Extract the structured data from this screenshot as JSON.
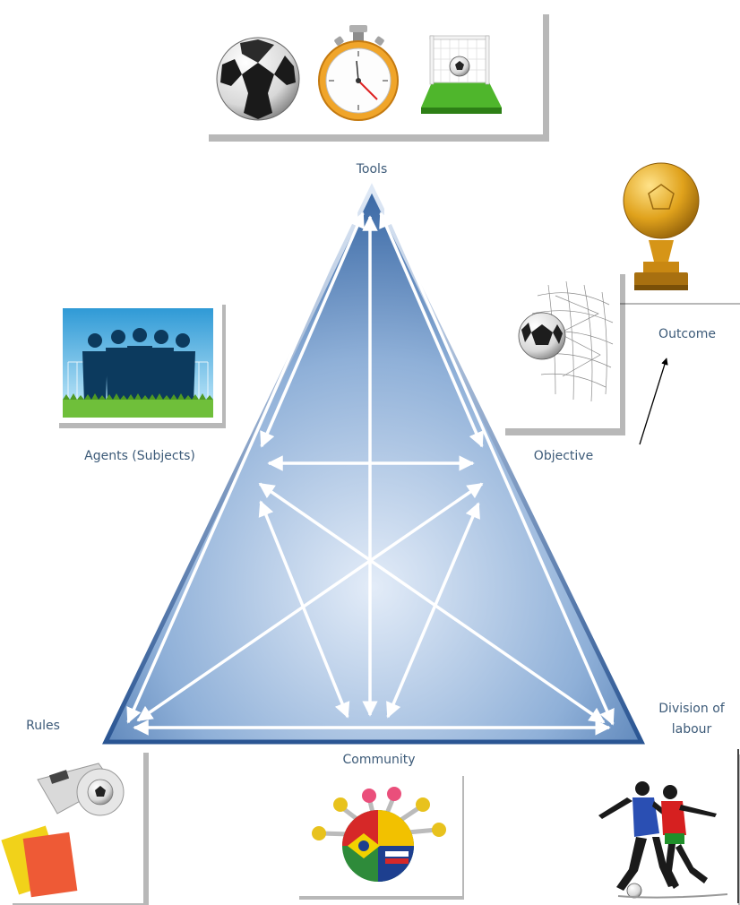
{
  "diagram": {
    "labels": {
      "tools": "Tools",
      "agents": "Agents (Subjects)",
      "objective": "Objective",
      "outcome": "Outcome",
      "rules": "Rules",
      "community": "Community",
      "division_line1": "Division of",
      "division_line2": "labour"
    },
    "colors": {
      "triangle_light": "#e3ecf8",
      "triangle_mid": "#8fb0d8",
      "triangle_dark": "#2f5f9e",
      "arrows": "#ffffff",
      "label_text": "#3c5a78",
      "outcome_arrow": "#000000"
    },
    "pictures": {
      "tools": [
        "soccer-ball-icon",
        "stopwatch-icon",
        "goal-pitch-icon"
      ],
      "objective": "ball-in-net-icon",
      "outcome": "golden-trophy-icon",
      "agents": "team-silhouette-icon",
      "rules": "whistle-and-cards-icon",
      "community": "flag-globe-icon",
      "division": "players-icon"
    }
  }
}
